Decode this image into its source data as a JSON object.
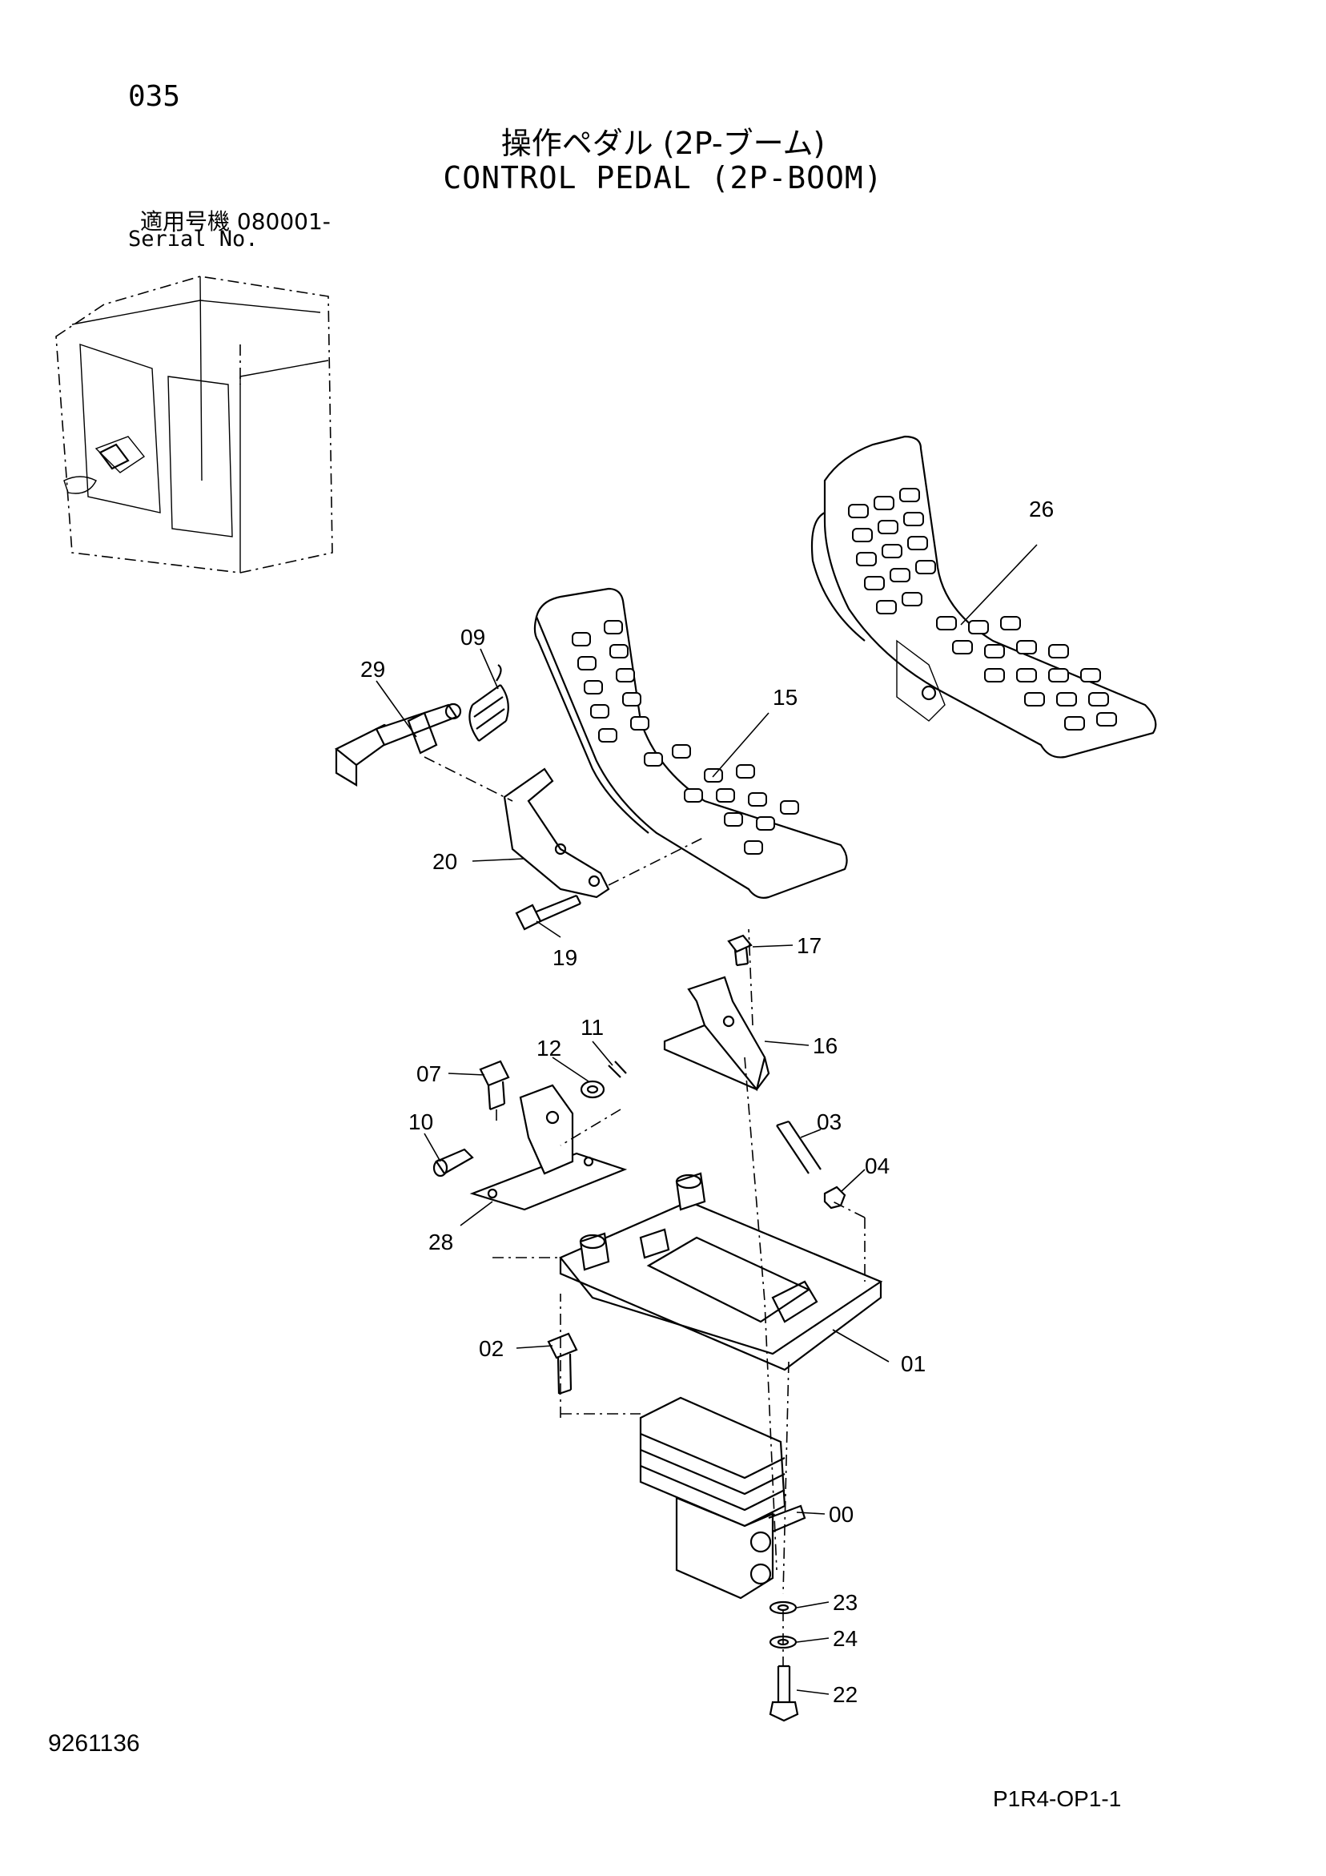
{
  "page_number": "035",
  "title_jp": "操作ペダル (2P-ブーム)",
  "title_en": "CONTROL PEDAL (2P-BOOM)",
  "serial_jp": "適用号機  080001-",
  "serial_en": "Serial No.",
  "document_number": "9261136",
  "sheet_code": "P1R4-OP1-1",
  "callouts": {
    "c26": "26",
    "c09": "09",
    "c29": "29",
    "c15": "15",
    "c20": "20",
    "c19": "19",
    "c17": "17",
    "c16": "16",
    "c11": "11",
    "c12": "12",
    "c07": "07",
    "c10": "10",
    "c03": "03",
    "c04": "04",
    "c28": "28",
    "c02": "02",
    "c01": "01",
    "c00": "00",
    "c23": "23",
    "c24": "24",
    "c22": "22"
  }
}
